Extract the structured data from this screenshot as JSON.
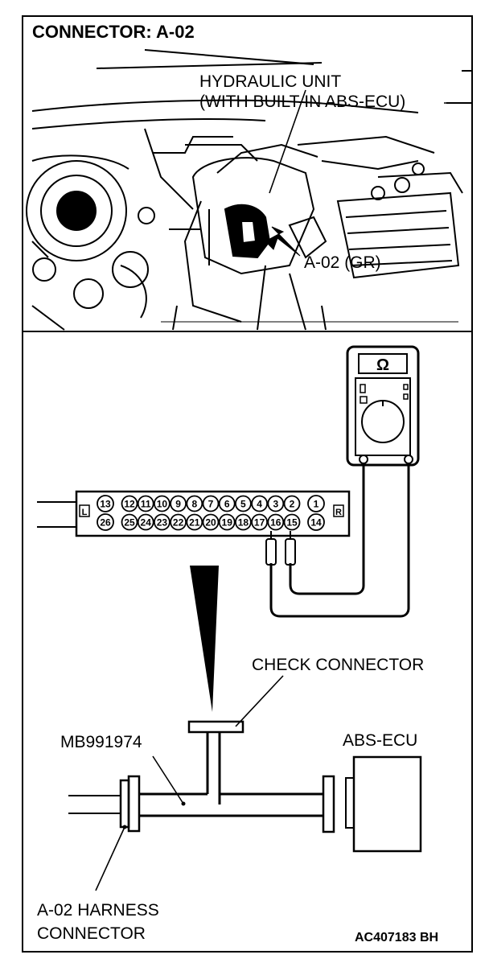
{
  "title": "CONNECTOR: A-02",
  "callouts": {
    "hydraulic_line1": "HYDRAULIC UNIT",
    "hydraulic_line2": "(WITH BUILT-IN ABS-ECU)",
    "connector_label": "A-02 (GR)"
  },
  "meter": {
    "symbol": "Ω"
  },
  "check_connector": {
    "left_tag": "L",
    "right_tag": "R",
    "top_pins": [
      "13",
      "12",
      "11",
      "10",
      "9",
      "8",
      "7",
      "6",
      "5",
      "4",
      "3",
      "2",
      "1"
    ],
    "bottom_pins": [
      "26",
      "25",
      "24",
      "23",
      "22",
      "21",
      "20",
      "19",
      "18",
      "17",
      "16",
      "15",
      "14"
    ]
  },
  "labels": {
    "check_connector": "CHECK CONNECTOR",
    "tool": "MB991974",
    "ecu": "ABS-ECU",
    "harness_line1": "A-02 HARNESS",
    "harness_line2": "CONNECTOR",
    "figure_code": "AC407183 BH"
  }
}
